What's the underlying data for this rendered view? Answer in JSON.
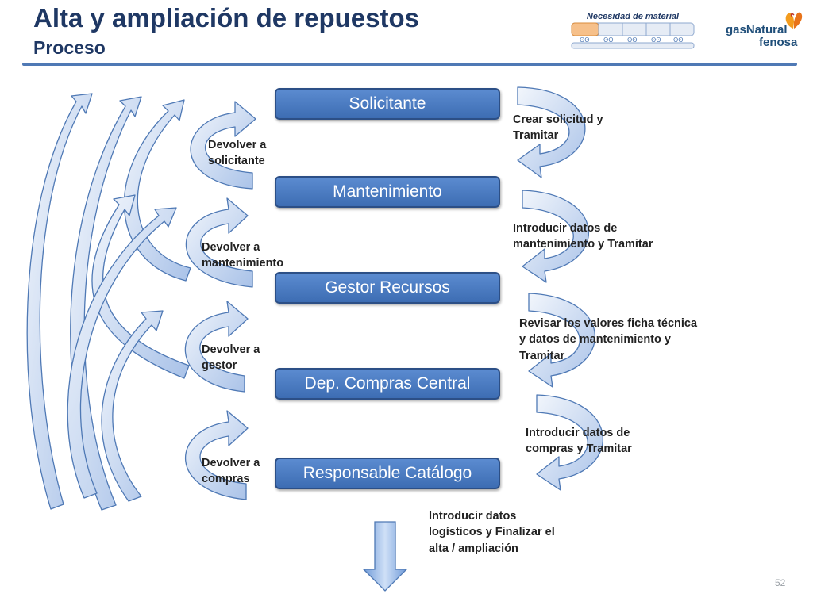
{
  "header": {
    "title": "Alta y ampliación de repuestos",
    "subtitle": "Proceso",
    "need_label": "Necesidad de material",
    "logo_line1": "gasNatural",
    "logo_line2": "fenosa"
  },
  "roles": [
    {
      "name": "Solicitante"
    },
    {
      "name": "Mantenimiento"
    },
    {
      "name": "Gestor  Recursos"
    },
    {
      "name": "Dep. Compras Central"
    },
    {
      "name": "Responsable Catálogo"
    }
  ],
  "forward_steps": [
    {
      "label": "Crear solicitud y\nTramitar"
    },
    {
      "label": "Introducir  datos de\nmantenimiento y Tramitar"
    },
    {
      "label": "Revisar los valores ficha técnica\ny datos de mantenimiento y\nTramitar"
    },
    {
      "label": "Introducir datos de\ncompras y Tramitar"
    }
  ],
  "return_steps": [
    {
      "label": "Devolver a\nsolicitante"
    },
    {
      "label": "Devolver a\nmantenimiento"
    },
    {
      "label": "Devolver a\ngestor"
    },
    {
      "label": "Devolver a\ncompras"
    }
  ],
  "final_step": {
    "label": "Introducir datos\nlogísticos y Finalizar el\nalta / ampliación"
  },
  "page_number": "52",
  "colors": {
    "title": "#1f3864",
    "role_box": "#4a7cc4",
    "arrow_fill": "#b8cdec",
    "arrow_stroke": "#4f79b5",
    "rule": "#4f79b5"
  }
}
